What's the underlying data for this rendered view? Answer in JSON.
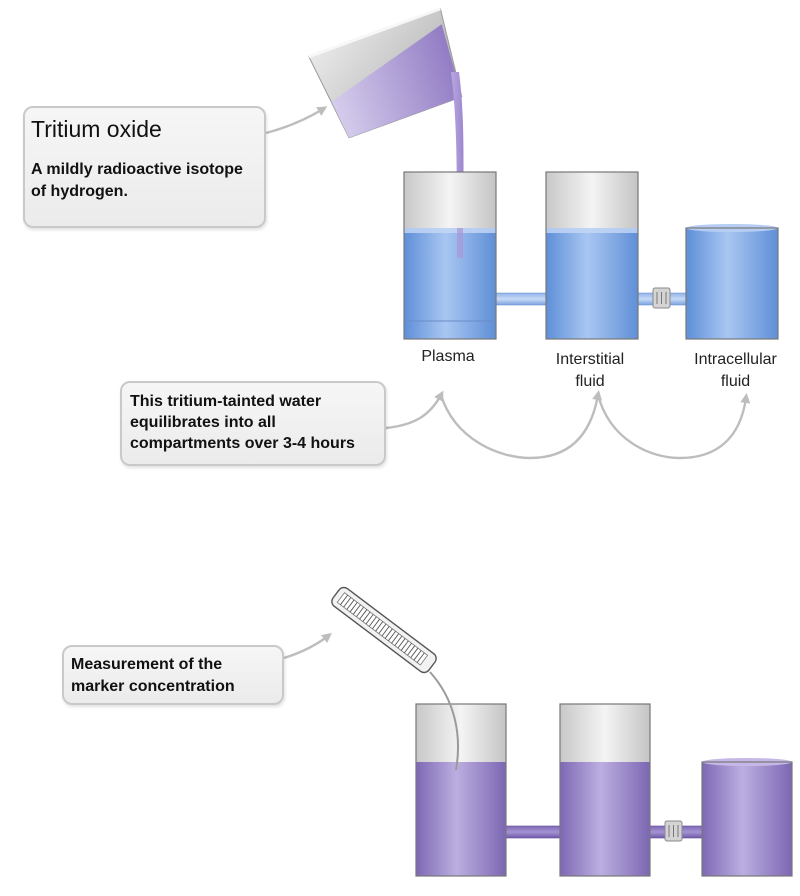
{
  "callouts": {
    "tritium_title": "Tritium oxide",
    "tritium_desc_line1": "A mildly radioactive isotope",
    "tritium_desc_line2": "of hydrogen.",
    "equilibrate_line1": "This tritium-tainted water",
    "equilibrate_line2": "equilibrates into all",
    "equilibrate_line3": "compartments over 3-4 hours",
    "measure_line1": "Measurement of the",
    "measure_line2": "marker concentration"
  },
  "compartments": {
    "plasma": "Plasma",
    "interstitial_line1": "Interstitial",
    "interstitial_line2": "fluid",
    "intracellular_line1": "Intracellular",
    "intracellular_line2": "fluid"
  },
  "colors": {
    "water_blue": "#7aa6e6",
    "marker_purple": "#9b87c9",
    "glass_grey": "#dadada",
    "arrow_grey": "#bdbdbd"
  },
  "icons": [
    "beaker-icon",
    "thermometer-probe-icon",
    "curved-arrow-icon",
    "membrane-valve-icon"
  ]
}
